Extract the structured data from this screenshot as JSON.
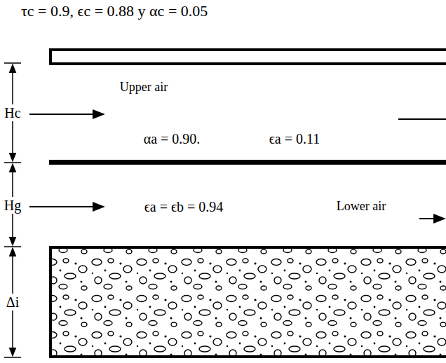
{
  "diagram": {
    "labels": [
      "τc = 0.9,  ϵc = 0.88 y αc = 0.05",
      "Hc",
      "Upper air",
      "αa = 0.90.",
      "ϵa = 0.11",
      "Hg",
      "ϵa = ϵb = 0.94",
      "Lower air",
      "Δi"
    ]
  }
}
